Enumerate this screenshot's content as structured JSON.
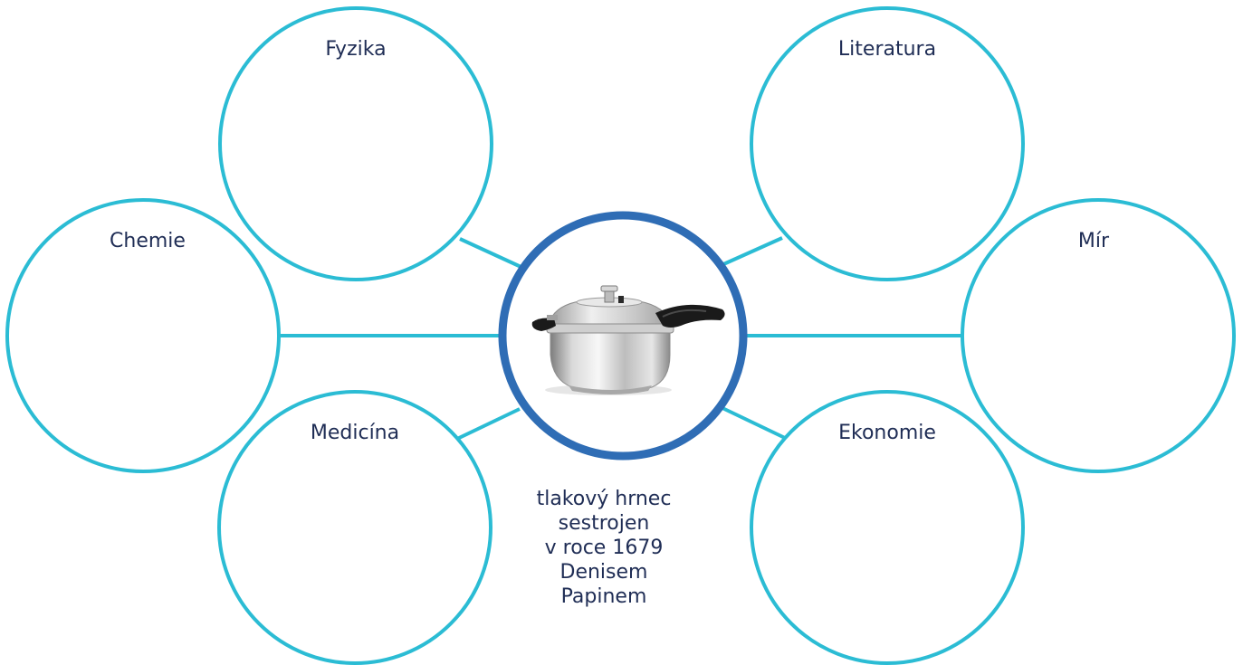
{
  "colors": {
    "circle_stroke": "#2bbcd4",
    "center_stroke": "#2f6db5",
    "text": "#1f2d55"
  },
  "nodes": [
    {
      "id": "fyzika",
      "label": "Fyzika"
    },
    {
      "id": "literatura",
      "label": "Literatura"
    },
    {
      "id": "chemie",
      "label": "Chemie"
    },
    {
      "id": "mir",
      "label": "Mír"
    },
    {
      "id": "medicina",
      "label": "Medicína"
    },
    {
      "id": "ekonomie",
      "label": "Ekonomie"
    }
  ],
  "center": {
    "image": "pressure-cooker-icon",
    "caption_lines": [
      "tlakový hrnec",
      "sestrojen",
      "v roce 1679",
      "Denisem",
      "Papinem"
    ]
  }
}
